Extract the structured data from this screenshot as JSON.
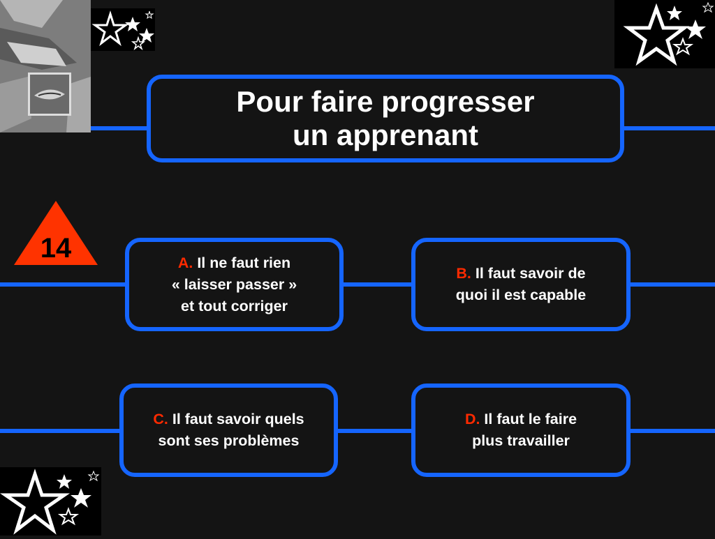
{
  "question": {
    "lines": [
      "Pour faire progresser",
      "un apprenant"
    ]
  },
  "question_number": "14",
  "answers": {
    "a": {
      "letter": "A.",
      "lines": [
        "Il ne faut rien",
        "« laisser passer »",
        "et tout corriger"
      ]
    },
    "b": {
      "letter": "B.",
      "lines": [
        "Il faut savoir de",
        "quoi il est capable"
      ]
    },
    "c": {
      "letter": "C.",
      "lines": [
        "Il faut savoir quels",
        "sont ses problèmes"
      ]
    },
    "d": {
      "letter": "D.",
      "lines": [
        "Il faut le faire",
        "plus travailler"
      ]
    }
  },
  "colors": {
    "background": "#141414",
    "frame": "#1565ff",
    "letter": "#ff2a00",
    "badge": "#ff3300",
    "text": "#ffffff"
  },
  "icons": [
    "star-icon",
    "warning-triangle-icon"
  ]
}
